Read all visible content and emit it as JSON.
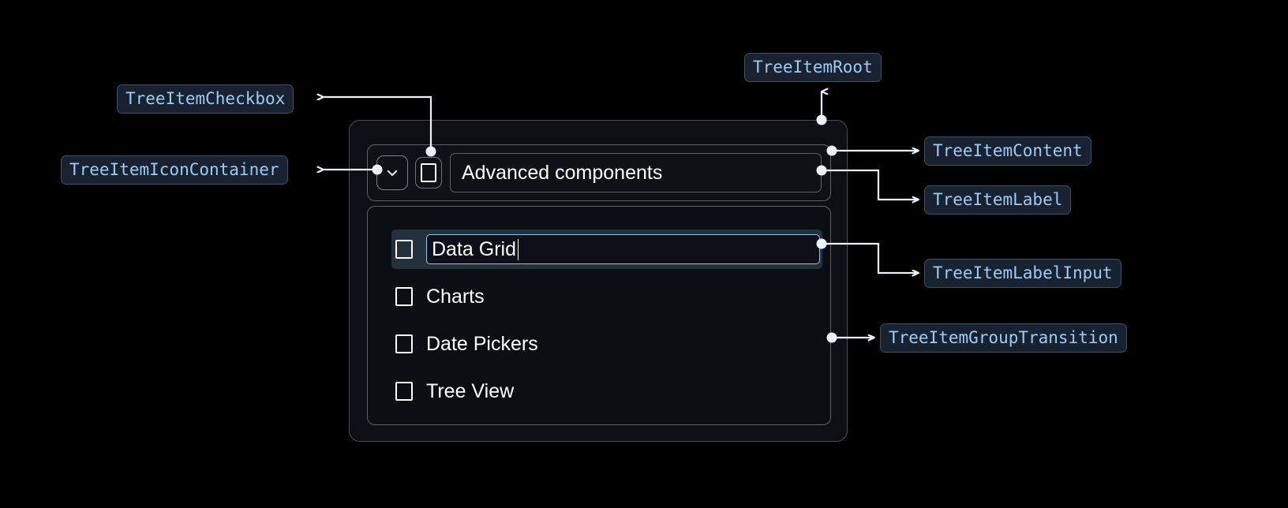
{
  "theme": {
    "page_background": "#000000",
    "chip_background": "#182230",
    "chip_border": "#3f5266",
    "chip_text": "#9ecbf5",
    "card_background": "#0c0f14",
    "card_border": "#4a4f57",
    "selected_row_background": "#25303d",
    "input_border_focus": "#8ec5f0",
    "connector_color": "#eef2f8",
    "item_text": "#ffffff"
  },
  "annotations": [
    {
      "id": "tree-item-checkbox",
      "label": "TreeItemCheckbox"
    },
    {
      "id": "tree-item-icon-container",
      "label": "TreeItemIconContainer"
    },
    {
      "id": "tree-item-root",
      "label": "TreeItemRoot"
    },
    {
      "id": "tree-item-content",
      "label": "TreeItemContent"
    },
    {
      "id": "tree-item-label",
      "label": "TreeItemLabel"
    },
    {
      "id": "tree-item-label-input",
      "label": "TreeItemLabelInput"
    },
    {
      "id": "tree-item-group-transition",
      "label": "TreeItemGroupTransition"
    }
  ],
  "tree": {
    "root_item": {
      "label": "Advanced components",
      "expand_icon": "chevron-down-icon",
      "checkbox_checked": false
    },
    "children": [
      {
        "label": "Data Grid",
        "checked": false,
        "editing": true,
        "selected": true
      },
      {
        "label": "Charts",
        "checked": false,
        "editing": false,
        "selected": false
      },
      {
        "label": "Date Pickers",
        "checked": false,
        "editing": false,
        "selected": false
      },
      {
        "label": "Tree View",
        "checked": false,
        "editing": false,
        "selected": false
      }
    ],
    "editing_input": {
      "value": "Data Grid",
      "placeholder": "Data Grid"
    }
  }
}
